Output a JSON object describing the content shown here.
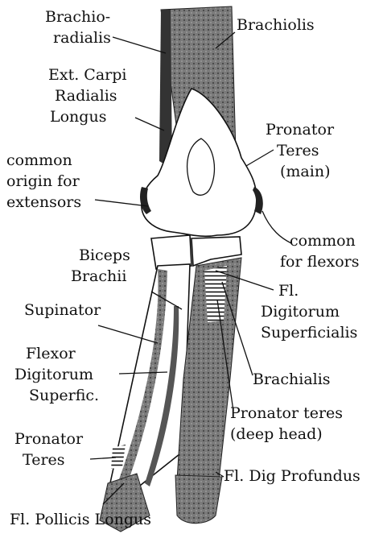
{
  "labels": {
    "brachioradialis": [
      "Brachio-",
      "radialis"
    ],
    "brachiolis": "Brachiolis",
    "ext_carpi": [
      "Ext. Carpi",
      "Radialis",
      "Longus"
    ],
    "pronator_teres_main": [
      "Pronator",
      "Teres",
      "(main)"
    ],
    "common_origin_extensors": [
      "common",
      "origin for",
      "extensors"
    ],
    "common_flexors": [
      "common",
      "for flexors"
    ],
    "biceps": [
      "Biceps",
      "Brachii"
    ],
    "fl_digitorum_superficialis": [
      "Fl.",
      "Digitorum",
      "Superficialis"
    ],
    "supinator": "Supinator",
    "flexor_dig_superfic": [
      "Flexor",
      "Digitorum",
      "Superfic."
    ],
    "brachialis": "Brachialis",
    "pronator_teres_deep": [
      "Pronator teres",
      "(deep head)"
    ],
    "pronator_teres_low": [
      "Pronator",
      "Teres"
    ],
    "fl_dig_profundus": "Fl. Dig Profundus",
    "fl_pollicis_longus": "Fl. Pollicis Longus"
  },
  "colors": {
    "stipple": "#6e6e6e",
    "bone": "#ffffff",
    "ink": "#111111"
  }
}
